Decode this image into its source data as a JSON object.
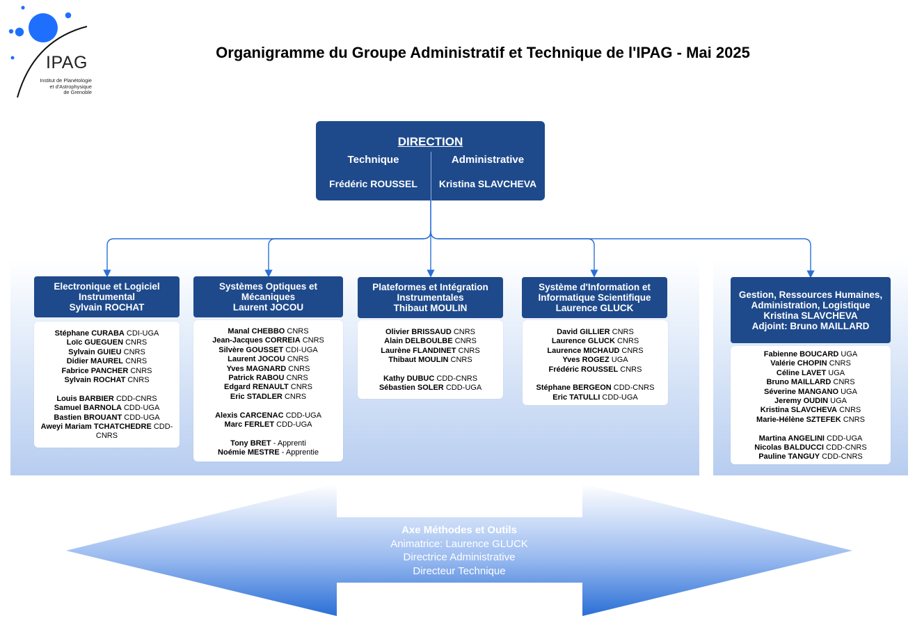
{
  "title": "Organigramme du Groupe Administratif et Technique de l'IPAG - Mai 2025",
  "logo": {
    "name": "IPAG",
    "subtitle_lines": [
      "Institut de Planétologie",
      "et d'Astrophysique",
      "de Grenoble"
    ]
  },
  "colors": {
    "box_blue": "#1e4a8c",
    "connector_blue": "#2a6fd6",
    "logo_blue": "#1f6fff"
  },
  "direction": {
    "title": "DIRECTION",
    "technique_label": "Technique",
    "administrative_label": "Administrative",
    "technique_name": "Frédéric ROUSSEL",
    "administrative_name": "Kristina SLAVCHEVA"
  },
  "departments": [
    {
      "header": [
        "Electronique et Logiciel",
        "Instrumental",
        "Sylvain ROCHAT"
      ],
      "members": [
        {
          "first": "Stéphane",
          "last": "CURABA",
          "status": "CDI-UGA"
        },
        {
          "first": "Loïc",
          "last": "GUEGUEN",
          "status": "CNRS"
        },
        {
          "first": "Sylvain",
          "last": "GUIEU",
          "status": "CNRS"
        },
        {
          "first": "Didier",
          "last": "MAUREL",
          "status": "CNRS"
        },
        {
          "first": "Fabrice",
          "last": "PANCHER",
          "status": "CNRS"
        },
        {
          "first": "Sylvain",
          "last": "ROCHAT",
          "status": "CNRS"
        },
        null,
        {
          "first": "Louis",
          "last": "BARBIER",
          "status": "CDD-CNRS"
        },
        {
          "first": "Samuel",
          "last": "BARNOLA",
          "status": "CDD-UGA"
        },
        {
          "first": "Bastien",
          "last": "BROUANT",
          "status": "CDD-UGA"
        },
        {
          "first": "Aweyi Mariam",
          "last": "TCHATCHEDRE",
          "status": "CDD-CNRS"
        }
      ]
    },
    {
      "header": [
        "Systèmes Optiques et",
        "Mécaniques",
        "Laurent JOCOU"
      ],
      "members": [
        {
          "first": "Manal",
          "last": "CHEBBO",
          "status": "CNRS"
        },
        {
          "first": "Jean-Jacques",
          "last": "CORREIA",
          "status": "CNRS"
        },
        {
          "first": "Silvère",
          "last": "GOUSSET",
          "status": "CDI-UGA"
        },
        {
          "first": "Laurent",
          "last": "JOCOU",
          "status": "CNRS"
        },
        {
          "first": "Yves",
          "last": "MAGNARD",
          "status": "CNRS"
        },
        {
          "first": "Patrick",
          "last": "RABOU",
          "status": "CNRS"
        },
        {
          "first": "Edgard",
          "last": "RENAULT",
          "status": "CNRS"
        },
        {
          "first": "Eric",
          "last": "STADLER",
          "status": "CNRS"
        },
        null,
        {
          "first": "Alexis",
          "last": "CARCENAC",
          "status": "CDD-UGA"
        },
        {
          "first": "Marc",
          "last": "FERLET",
          "status": "CDD-UGA"
        },
        null,
        {
          "first": "Tony",
          "last": "BRET",
          "status": "- Apprenti"
        },
        {
          "first": "Noémie",
          "last": "MESTRE",
          "status": "- Apprentie"
        }
      ]
    },
    {
      "header": [
        "Plateformes et Intégration",
        "Instrumentales",
        "Thibaut MOULIN"
      ],
      "members": [
        {
          "first": "Olivier",
          "last": "BRISSAUD",
          "status": "CNRS"
        },
        {
          "first": "Alain",
          "last": "DELBOULBE",
          "status": "CNRS"
        },
        {
          "first": "Laurène",
          "last": "FLANDINET",
          "status": "CNRS"
        },
        {
          "first": "Thibaut",
          "last": "MOULIN",
          "status": "CNRS"
        },
        null,
        {
          "first": "Kathy",
          "last": "DUBUC",
          "status": "CDD-CNRS"
        },
        {
          "first": "Sébastien",
          "last": "SOLER",
          "status": " CDD-UGA"
        }
      ]
    },
    {
      "header": [
        "Système d'Information et",
        "Informatique Scientifique",
        "Laurence GLUCK"
      ],
      "members": [
        {
          "first": "David",
          "last": "GILLIER",
          "status": "CNRS"
        },
        {
          "first": "Laurence",
          "last": "GLUCK",
          "status": "CNRS"
        },
        {
          "first": "Laurence",
          "last": "MICHAUD",
          "status": "CNRS"
        },
        {
          "first": "Yves",
          "last": "ROGEZ",
          "status": "UGA"
        },
        {
          "first": "Frédéric",
          "last": "ROUSSEL",
          "status": "CNRS"
        },
        null,
        {
          "first": "Stéphane",
          "last": "BERGEON",
          "status": "CDD-CNRS"
        },
        {
          "first": "Eric",
          "last": "TATULLI",
          "status": "CDD-UGA"
        }
      ]
    },
    {
      "header": [
        "Gestion, Ressources Humaines,",
        "Administration, Logistique",
        "Kristina SLAVCHEVA",
        "Adjoint: Bruno MAILLARD"
      ],
      "members": [
        {
          "first": "Fabienne",
          "last": "BOUCARD",
          "status": "UGA"
        },
        {
          "first": "Valérie",
          "last": "CHOPIN",
          "status": "CNRS"
        },
        {
          "first": "Céline",
          "last": "LAVET",
          "status": "UGA"
        },
        {
          "first": "Bruno",
          "last": "MAILLARD",
          "status": "CNRS"
        },
        {
          "first": "Séverine",
          "last": "MANGANO",
          "status": "UGA"
        },
        {
          "first": "Jeremy",
          "last": "OUDIN",
          "status": "UGA"
        },
        {
          "first": "Kristina",
          "last": "SLAVCHEVA",
          "status": "CNRS"
        },
        {
          "first": "Marie-Hélène",
          "last": "SZTEFEK",
          "status": "CNRS"
        },
        null,
        {
          "first": "Martina",
          "last": "ANGELINI",
          "status": "CDD-UGA"
        },
        {
          "first": "Nicolas",
          "last": "BALDUCCI",
          "status": "CDD-CNRS"
        },
        {
          "first": "Pauline",
          "last": "TANGUY",
          "status": "CDD-CNRS"
        }
      ]
    }
  ],
  "axis": {
    "title": "Axe Méthodes et Outils",
    "lines": [
      "Animatrice: Laurence GLUCK",
      "Directrice Administrative",
      "Directeur Technique"
    ]
  }
}
